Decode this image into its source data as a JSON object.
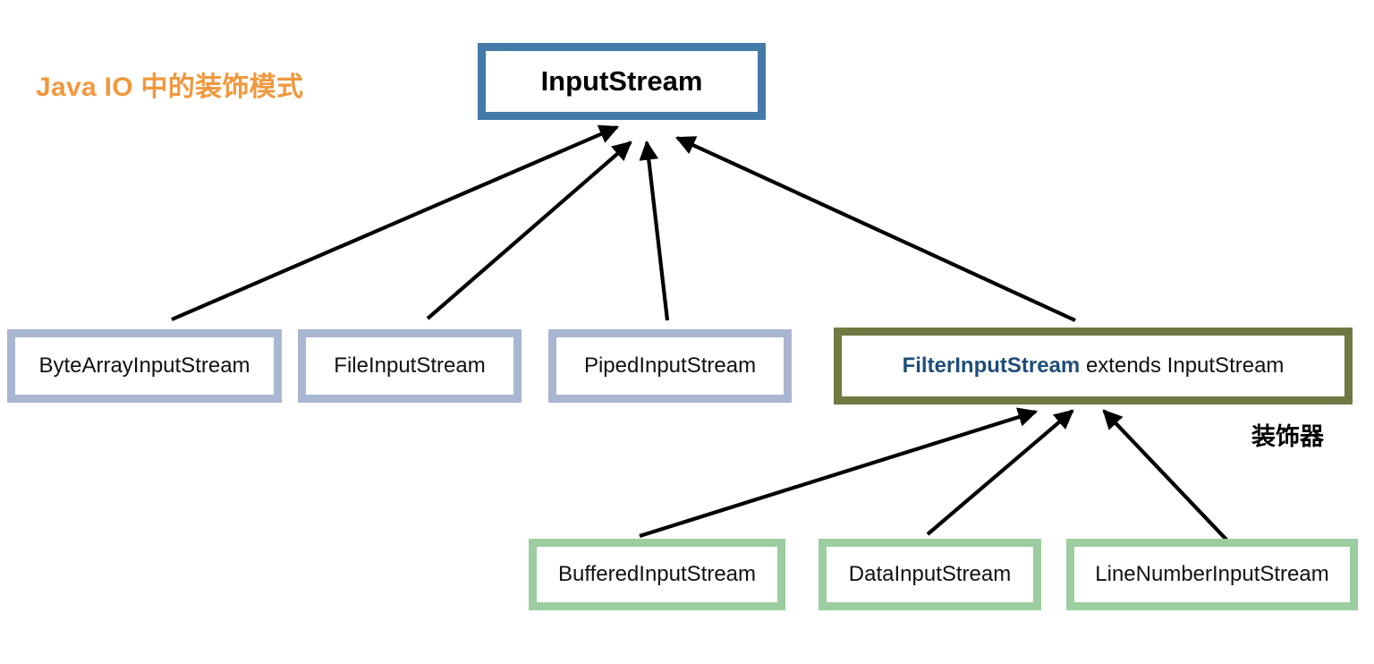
{
  "diagram": {
    "title": "Java IO 中的装饰模式",
    "title_color": "#f0983e",
    "root": {
      "label": "InputStream",
      "border_color": "#447aa8"
    },
    "subclasses": [
      {
        "label": "ByteArrayInputStream",
        "border_color": "#a8b6d1"
      },
      {
        "label": "FileInputStream",
        "border_color": "#a8b6d1"
      },
      {
        "label": "PipedInputStream",
        "border_color": "#a8b6d1"
      }
    ],
    "decorator_base": {
      "label_bold": "FilterInputStream",
      "label_rest": " extends InputStream",
      "border_color": "#6e7a42",
      "bold_color": "#1f4e79",
      "annotation": "装饰器"
    },
    "decorators": [
      {
        "label": "BufferedInputStream",
        "border_color": "#9bcda0"
      },
      {
        "label": "DataInputStream",
        "border_color": "#9bcda0"
      },
      {
        "label": "LineNumberInputStream",
        "border_color": "#9bcda0"
      }
    ]
  }
}
